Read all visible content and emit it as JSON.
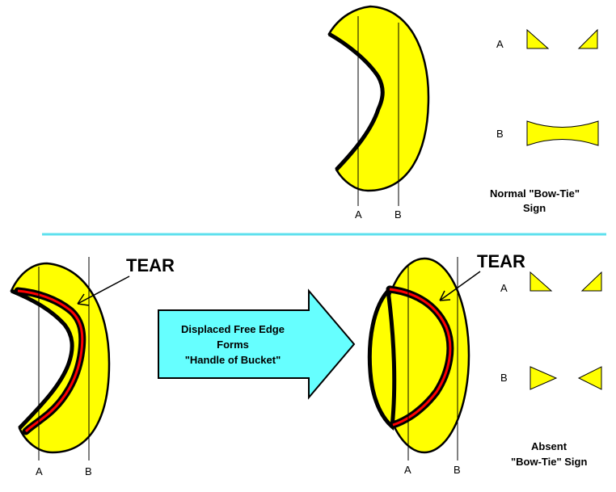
{
  "colors": {
    "meniscus_fill": "#ffff00",
    "outline": "#000000",
    "tear": "#ff0000",
    "divider": "#5ee0ee",
    "arrow_fill": "#66ffff"
  },
  "top": {
    "line_a": "A",
    "line_b": "B",
    "row_a": "A",
    "row_b": "B",
    "caption_line1": "Normal \"Bow-Tie\"",
    "caption_line2": "Sign"
  },
  "bottom": {
    "left_tear": "TEAR",
    "right_tear": "TEAR",
    "left_line_a": "A",
    "left_line_b": "B",
    "right_line_a": "A",
    "right_line_b": "B",
    "row_a": "A",
    "row_b": "B",
    "arrow_line1": "Displaced Free Edge",
    "arrow_line2": "Forms",
    "arrow_line3": "\"Handle of Bucket\"",
    "caption_line1": "Absent",
    "caption_line2": "\"Bow-Tie\" Sign"
  }
}
